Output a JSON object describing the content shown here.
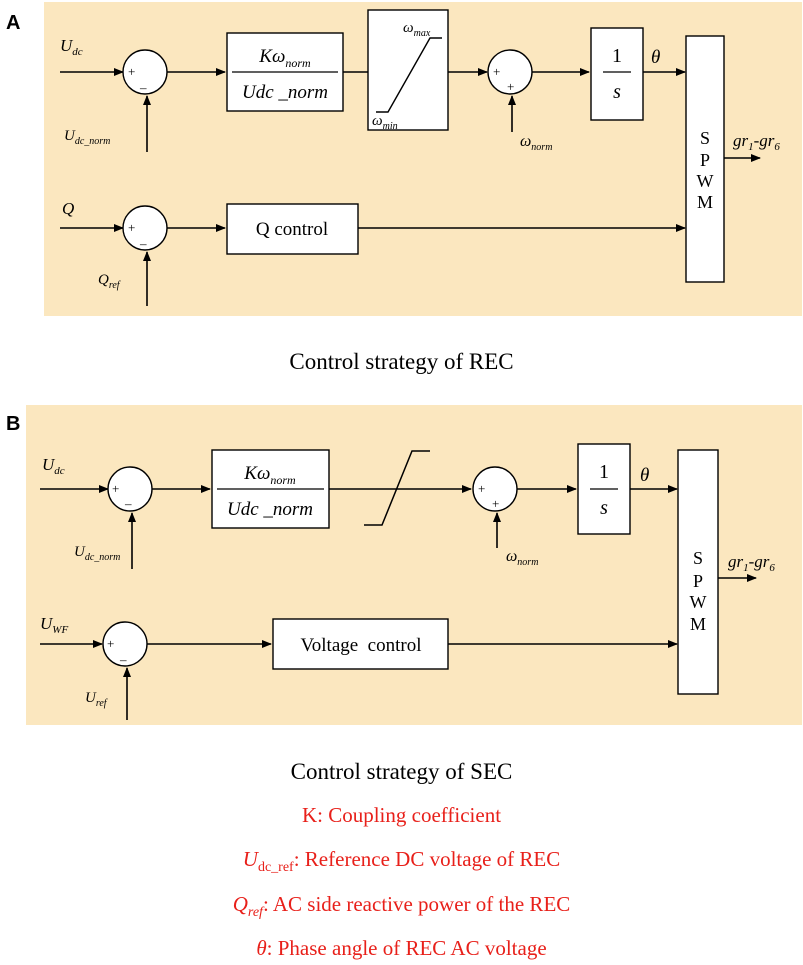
{
  "panels": {
    "a": {
      "letter": "A",
      "caption": "Control strategy of REC",
      "inputs": {
        "udc": {
          "main": "U",
          "sub": "dc"
        },
        "udc_norm": {
          "main": "U",
          "sub": "dc_norm"
        },
        "q": {
          "main": "Q",
          "sub": ""
        },
        "qref": {
          "main": "Q",
          "sub": "ref"
        },
        "omega_norm": {
          "main": "ω",
          "sub": "norm"
        }
      },
      "gain_block": {
        "num": "Kω",
        "num_sub": "norm",
        "den": "Udc _norm"
      },
      "limiter": {
        "max": "ω",
        "max_sub": "max",
        "min": "ω",
        "min_sub": "min"
      },
      "integrator": {
        "num": "1",
        "den": "s"
      },
      "theta": "θ",
      "q_block": "Q control",
      "spwm": [
        "S",
        "P",
        "W",
        "M"
      ],
      "output": {
        "a": "gr",
        "a_sub": "1",
        "dash": "-",
        "b": "gr",
        "b_sub": "6"
      }
    },
    "b": {
      "letter": "B",
      "caption": "Control strategy of SEC",
      "inputs": {
        "udc": {
          "main": "U",
          "sub": "dc"
        },
        "udc_norm": {
          "main": "U",
          "sub": "dc_norm"
        },
        "uwf": {
          "main": "U",
          "sub": "WF"
        },
        "uref": {
          "main": "U",
          "sub": "ref"
        },
        "omega_norm": {
          "main": "ω",
          "sub": "norm"
        }
      },
      "gain_block": {
        "num": "Kω",
        "num_sub": "norm",
        "den": "Udc _norm"
      },
      "integrator": {
        "num": "1",
        "den": "s"
      },
      "theta": "θ",
      "v_block": "Voltage  control",
      "spwm": [
        "S",
        "P",
        "W",
        "M"
      ],
      "output": {
        "a": "gr",
        "a_sub": "1",
        "dash": "-",
        "b": "gr",
        "b_sub": "6"
      }
    }
  },
  "sum_signs": {
    "plus": "+",
    "minus": "–"
  },
  "legend": [
    {
      "sym": "K",
      "sym_sub": "",
      "sym_italic": false,
      "text": ": Coupling coefficient"
    },
    {
      "sym": "U",
      "sym_sub": "dc_ref",
      "sym_italic": true,
      "text": ": Reference DC voltage of REC"
    },
    {
      "sym": "Q",
      "sym_sub": "ref",
      "sym_italic": true,
      "text": ": AC side reactive power of the REC"
    },
    {
      "sym": "θ",
      "sym_sub": "",
      "sym_italic": true,
      "text": ": Phase angle of REC AC voltage"
    }
  ],
  "colors": {
    "panel_bg": "#fbe7bf",
    "legend": "#e8201a",
    "line": "#000000"
  }
}
